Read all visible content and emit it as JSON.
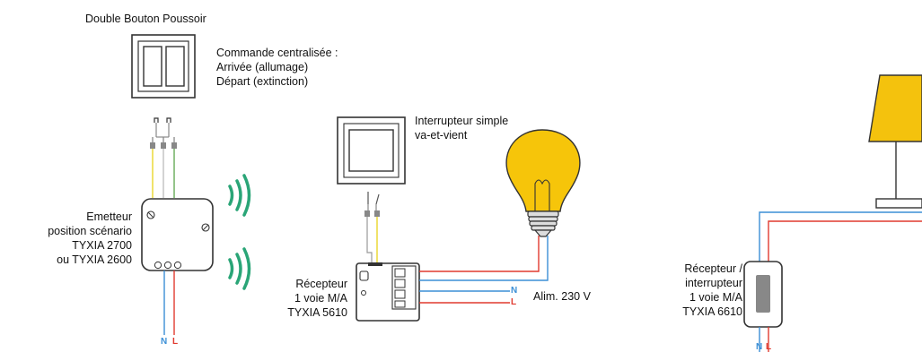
{
  "title": "Double Bouton Poussoir",
  "command": {
    "line1": "Commande centralisée :",
    "line2": "Arrivée (allumage)",
    "line3": "Départ (extinction)"
  },
  "emitter": {
    "line1": "Emetteur",
    "line2": "position scénario",
    "line3": "TYXIA 2700",
    "line4": "ou TYXIA 2600"
  },
  "switch": {
    "line1": "Interrupteur simple",
    "line2": "va-et-vient"
  },
  "receiver1": {
    "line1": "Récepteur",
    "line2": "1 voie M/A",
    "line3": "TYXIA 5610"
  },
  "receiver2": {
    "line1": "Récepteur /",
    "line2": "interrupteur",
    "line3": "1 voie M/A",
    "line4": "TYXIA 6610"
  },
  "power": {
    "label": "Alim. 230 V"
  },
  "wires": {
    "neutral": "N",
    "live": "L"
  },
  "colors": {
    "neutral": "#3b8fd6",
    "live": "#e03a2f",
    "yellow_wire": "#e8d21a",
    "green_wire": "#5aa34a",
    "bulb": "#f6c50a",
    "lamp": "#f4c20d",
    "wave": "#2aa577",
    "device": "#333333"
  },
  "icons": [
    "push-button-icon",
    "switch-icon",
    "bulb-icon",
    "lamp-icon",
    "radio-wave-icon"
  ]
}
